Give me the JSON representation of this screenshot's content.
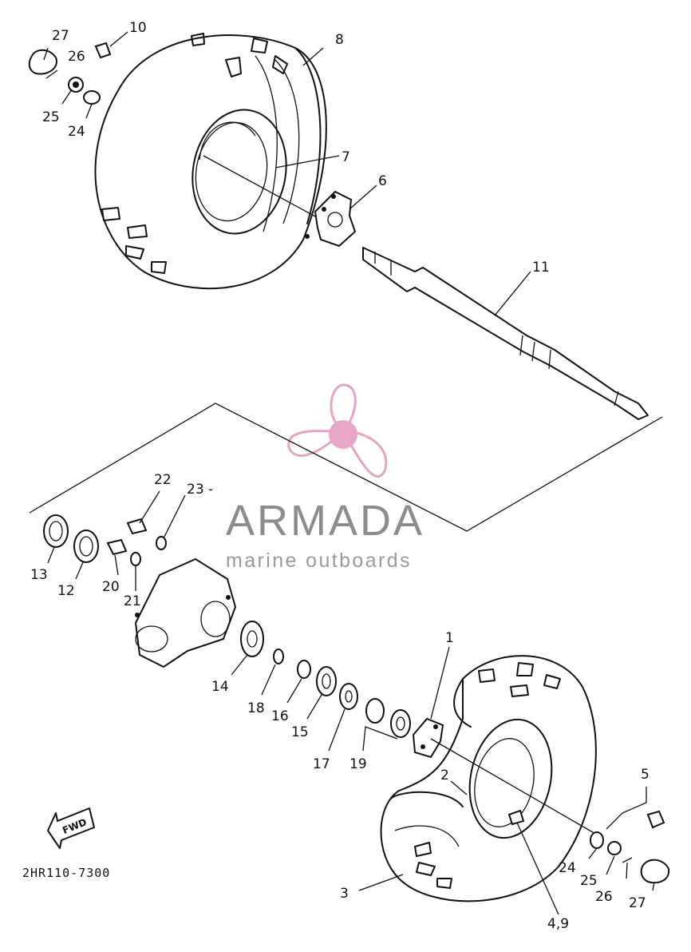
{
  "diagram_code": "2HR110-7300",
  "fwd_label": "FWD",
  "watermark": {
    "title": "ARMADA",
    "subtitle": "marine outboards",
    "accent_color": "#e8a8c8",
    "text_color": "#8c8c8c"
  },
  "labels": {
    "p1": "1",
    "p2": "2",
    "p3": "3",
    "p49": "4,9",
    "p5": "5",
    "p6": "6",
    "p7": "7",
    "p8": "8",
    "p10": "10",
    "p11": "11",
    "p12": "12",
    "p13": "13",
    "p14": "14",
    "p15": "15",
    "p16": "16",
    "p17": "17",
    "p18": "18",
    "p19": "19",
    "p20": "20",
    "p21": "21",
    "p22": "22",
    "p23": "23 -",
    "p24a": "24",
    "p25a": "25",
    "p26a": "26",
    "p27a": "27",
    "p24b": "24",
    "p25b": "25",
    "p26b": "26",
    "p27b": "27"
  }
}
